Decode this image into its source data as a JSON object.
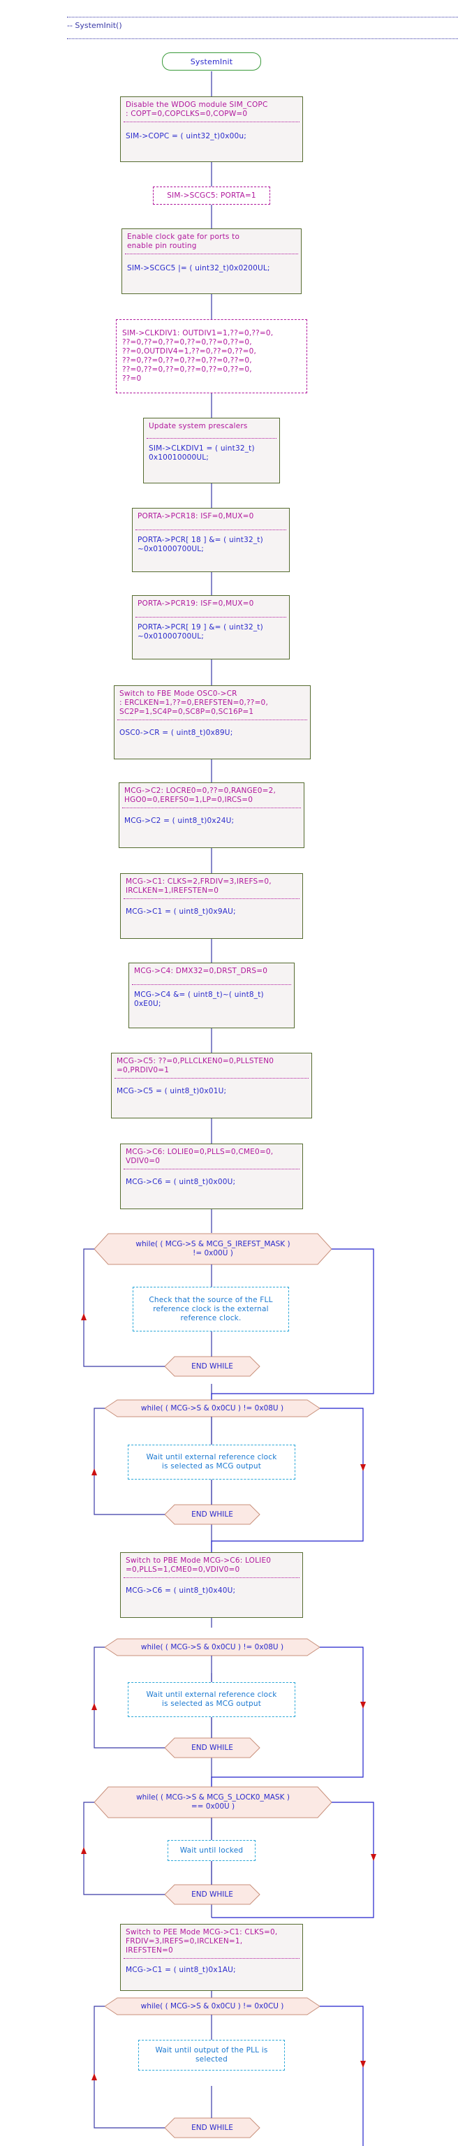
{
  "header": {
    "title": "-- SystemInit()"
  },
  "start": {
    "label": "SystemInit"
  },
  "blocks": [
    {
      "comment": "Disable the WDOG module SIM_COPC\n: COPT=0,COPCLKS=0,COPW=0",
      "code": "SIM->COPC = ( uint32_t)0x00u;"
    },
    {
      "label": "SIM->SCGC5: PORTA=1"
    },
    {
      "comment": "Enable clock gate for ports to\nenable pin routing",
      "code": "SIM->SCGC5 |= ( uint32_t)0x0200UL;"
    },
    {
      "label": "SIM->CLKDIV1: OUTDIV1=1,??=0,??=0,\n??=0,??=0,??=0,??=0,??=0,??=0,\n??=0,OUTDIV4=1,??=0,??=0,??=0,\n??=0,??=0,??=0,??=0,??=0,??=0,\n??=0,??=0,??=0,??=0,??=0,??=0,\n??=0"
    },
    {
      "comment": "Update system prescalers",
      "code": "SIM->CLKDIV1 = ( uint32_t)\n0x10010000UL;"
    },
    {
      "comment": "PORTA->PCR18: ISF=0,MUX=0",
      "code": "PORTA->PCR[ 18 ] &= ( uint32_t)\n~0x01000700UL;"
    },
    {
      "comment": "PORTA->PCR19: ISF=0,MUX=0",
      "code": "PORTA->PCR[ 19 ] &= ( uint32_t)\n~0x01000700UL;"
    },
    {
      "comment": "Switch to FBE Mode OSC0->CR\n: ERCLKEN=1,??=0,EREFSTEN=0,??=0,\nSC2P=1,SC4P=0,SC8P=0,SC16P=1",
      "code": "OSC0->CR = ( uint8_t)0x89U;"
    },
    {
      "comment": "MCG->C2: LOCRE0=0,??=0,RANGE0=2,\nHGO0=0,EREFS0=1,LP=0,IRCS=0",
      "code": "MCG->C2 = ( uint8_t)0x24U;"
    },
    {
      "comment": "MCG->C1: CLKS=2,FRDIV=3,IREFS=0,\nIRCLKEN=1,IREFSTEN=0",
      "code": "MCG->C1 = ( uint8_t)0x9AU;"
    },
    {
      "comment": "MCG->C4: DMX32=0,DRST_DRS=0",
      "code": "MCG->C4 &= ( uint8_t)~( uint8_t)\n0xE0U;"
    },
    {
      "comment": "MCG->C5: ??=0,PLLCLKEN0=0,PLLSTEN0\n=0,PRDIV0=1",
      "code": "MCG->C5 = ( uint8_t)0x01U;"
    },
    {
      "comment": "MCG->C6: LOLIE0=0,PLLS=0,CME0=0,\nVDIV0=0",
      "code": "MCG->C6 = ( uint8_t)0x00U;"
    }
  ],
  "loops": [
    {
      "cond": "while( ( MCG->S & MCG_S_IREFST_MASK )\n!= 0x00U )",
      "body": "Check that the source of the FLL\nreference clock is the external\nreference clock.",
      "end": "END WHILE"
    },
    {
      "cond": "while( ( MCG->S & 0x0CU ) != 0x08U )",
      "body": "Wait until external reference clock\nis selected as MCG output",
      "end": "END WHILE"
    },
    {
      "cond": "while( ( MCG->S & 0x0CU ) != 0x08U )",
      "body": "Wait until external reference clock\nis selected as MCG output",
      "end": "END WHILE"
    },
    {
      "cond": "while( ( MCG->S & MCG_S_LOCK0_MASK )\n== 0x00U )",
      "body": "Wait until locked",
      "end": "END WHILE"
    },
    {
      "cond": "while( ( MCG->S & 0x0CU ) != 0x0CU )",
      "body": "Wait until output of the PLL is\nselected",
      "end": "END WHILE"
    }
  ],
  "mid_blocks": [
    {
      "comment": "Switch to PBE Mode MCG->C6: LOLIE0\n=0,PLLS=1,CME0=0,VDIV0=0",
      "code": "MCG->C6 = ( uint8_t)0x40U;"
    },
    {
      "comment": "Switch to PEE Mode MCG->C1: CLKS=0,\nFRDIV=3,IREFS=0,IRCLKEN=1,\nIREFSTEN=0",
      "code": "MCG->C1 = ( uint8_t)0x1AU;"
    }
  ],
  "colors": {
    "connector": "#3a3aa8",
    "comment_text": "#b0179c",
    "code_text": "#2a2acc",
    "loop_fill": "#fbe9e4",
    "loop_border": "#c88f7a",
    "arrow_red": "#cc1111",
    "arrow_blue": "#2222cc"
  }
}
